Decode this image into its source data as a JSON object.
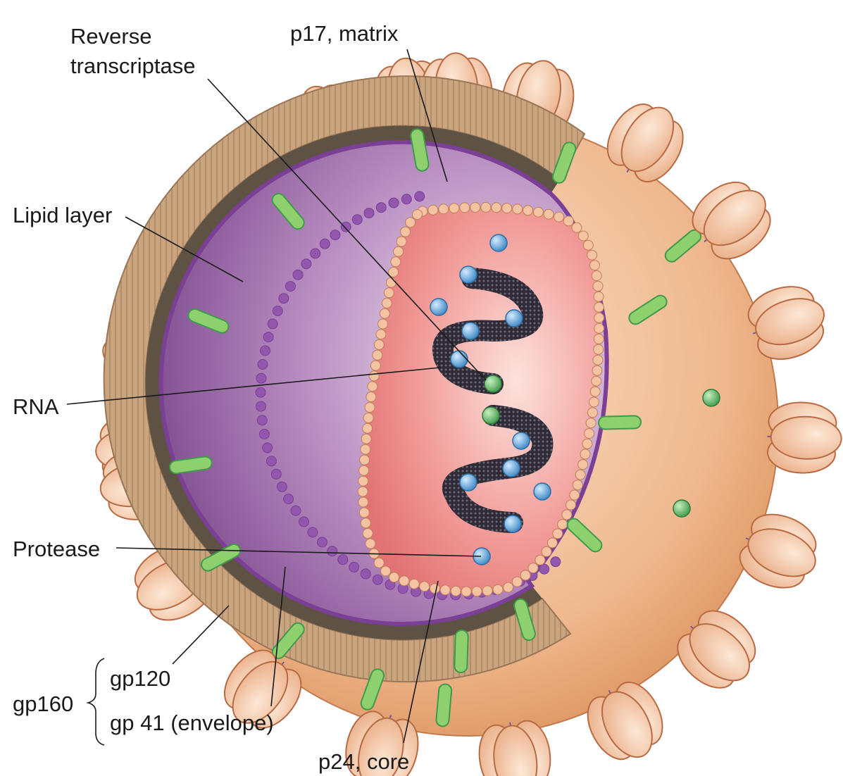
{
  "labels": {
    "reverse_transcriptase_1": "Reverse",
    "reverse_transcriptase_2": "transcriptase",
    "p17_matrix": "p17, matrix",
    "lipid_layer": "Lipid layer",
    "rna": "RNA",
    "protease": "Protease",
    "gp160": "gp160",
    "gp120": "gp120",
    "gp41": "gp 41 (envelope)",
    "p24_core": "p24, core"
  },
  "colors": {
    "spike_fill": "#f2c4a4",
    "spike_stroke": "#b86a43",
    "lipid": "#c9a47f",
    "lipid_dark": "#5e5244",
    "gp41_green": "#8fd06e",
    "matrix_purple": "#7b3f95",
    "core_pink": "#ee8a8a",
    "core_bead": "#f4c3a2",
    "rna_dark": "#2f2b36",
    "enzyme_blue": "#4f9fd9",
    "enzyme_green": "#4fae5c"
  }
}
